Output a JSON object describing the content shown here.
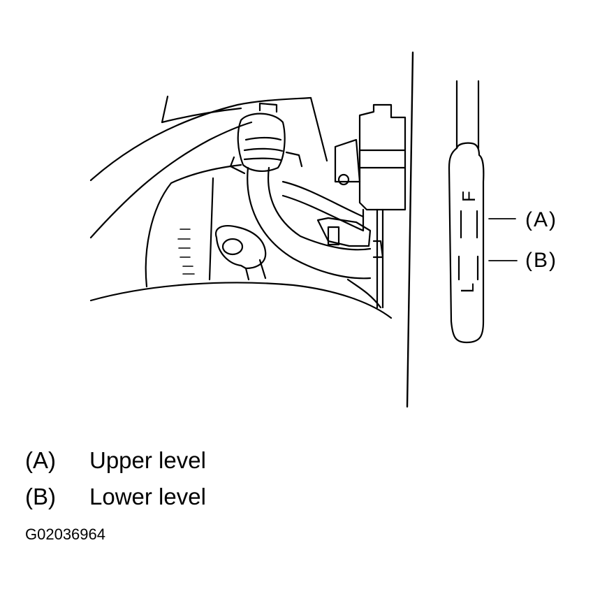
{
  "dipstick": {
    "mark_full": "F",
    "mark_low": "L",
    "callout_a": "(A)",
    "callout_b": "(B)"
  },
  "legend": [
    {
      "key": "(A)",
      "text": "Upper level"
    },
    {
      "key": "(B)",
      "text": "Lower level"
    }
  ],
  "figure_id": "G02036964",
  "colors": {
    "line": "#000000",
    "background": "#ffffff"
  }
}
